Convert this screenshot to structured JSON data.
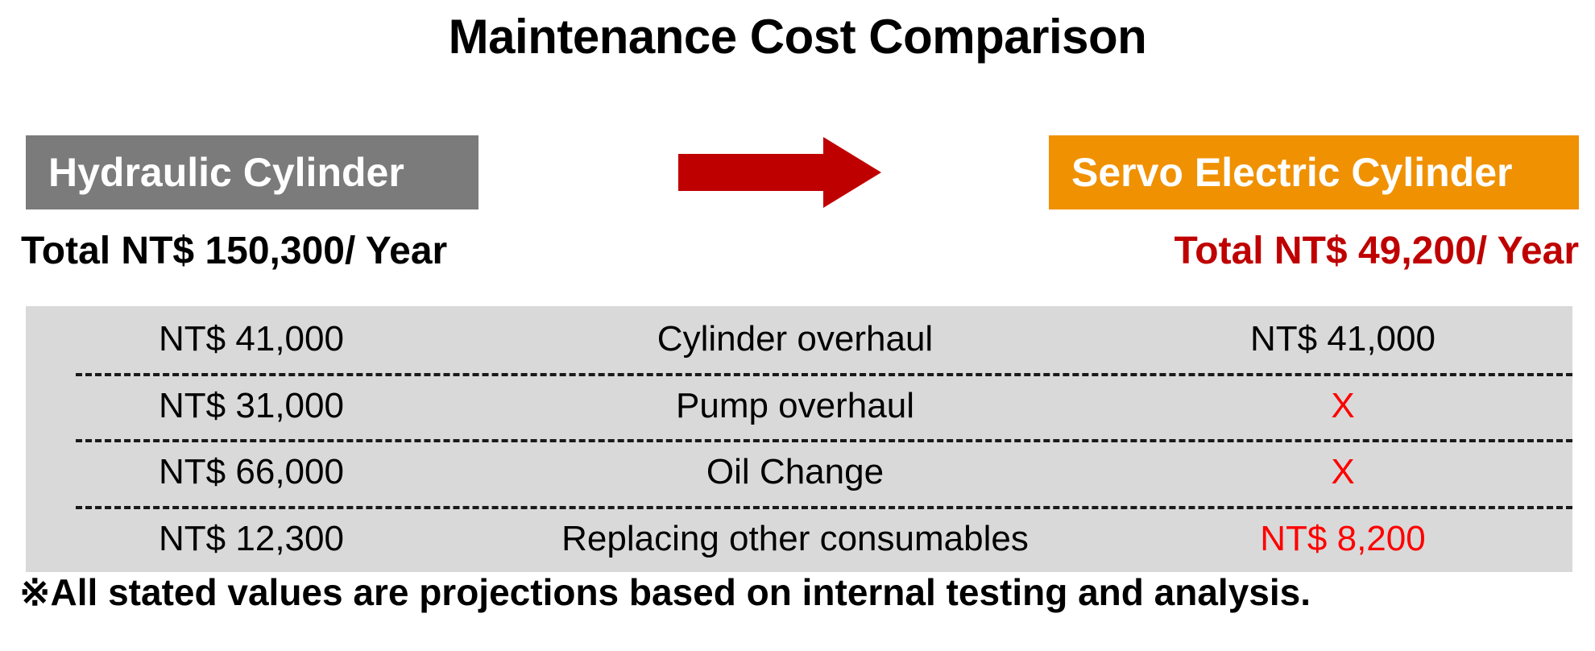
{
  "title": "Maintenance Cost Comparison",
  "columns": {
    "left": {
      "badge_label": "Hydraulic Cylinder",
      "badge_color": "#7b7b7b",
      "total_label": "Total NT$ 150,300/ Year",
      "total_color": "#000000"
    },
    "right": {
      "badge_label": "Servo Electric Cylinder",
      "badge_color": "#f09102",
      "total_label": "Total NT$ 49,200/ Year",
      "total_color": "#bf0000"
    }
  },
  "arrow": {
    "direction": "right",
    "color": "#bf0000"
  },
  "table": {
    "background": "#d9d9d9",
    "rows": [
      {
        "hydraulic": "NT$ 41,000",
        "item": "Cylinder overhaul",
        "servo": "NT$ 41,000",
        "servo_style": "normal"
      },
      {
        "hydraulic": "NT$ 31,000",
        "item": "Pump overhaul",
        "servo": "X",
        "servo_style": "x"
      },
      {
        "hydraulic": "NT$ 66,000",
        "item": "Oil Change",
        "servo": "X",
        "servo_style": "x"
      },
      {
        "hydraulic": "NT$ 12,300",
        "item": "Replacing other consumables",
        "servo": "NT$ 8,200",
        "servo_style": "cost"
      }
    ]
  },
  "footnote": "※All stated values are projections based on internal testing and analysis."
}
